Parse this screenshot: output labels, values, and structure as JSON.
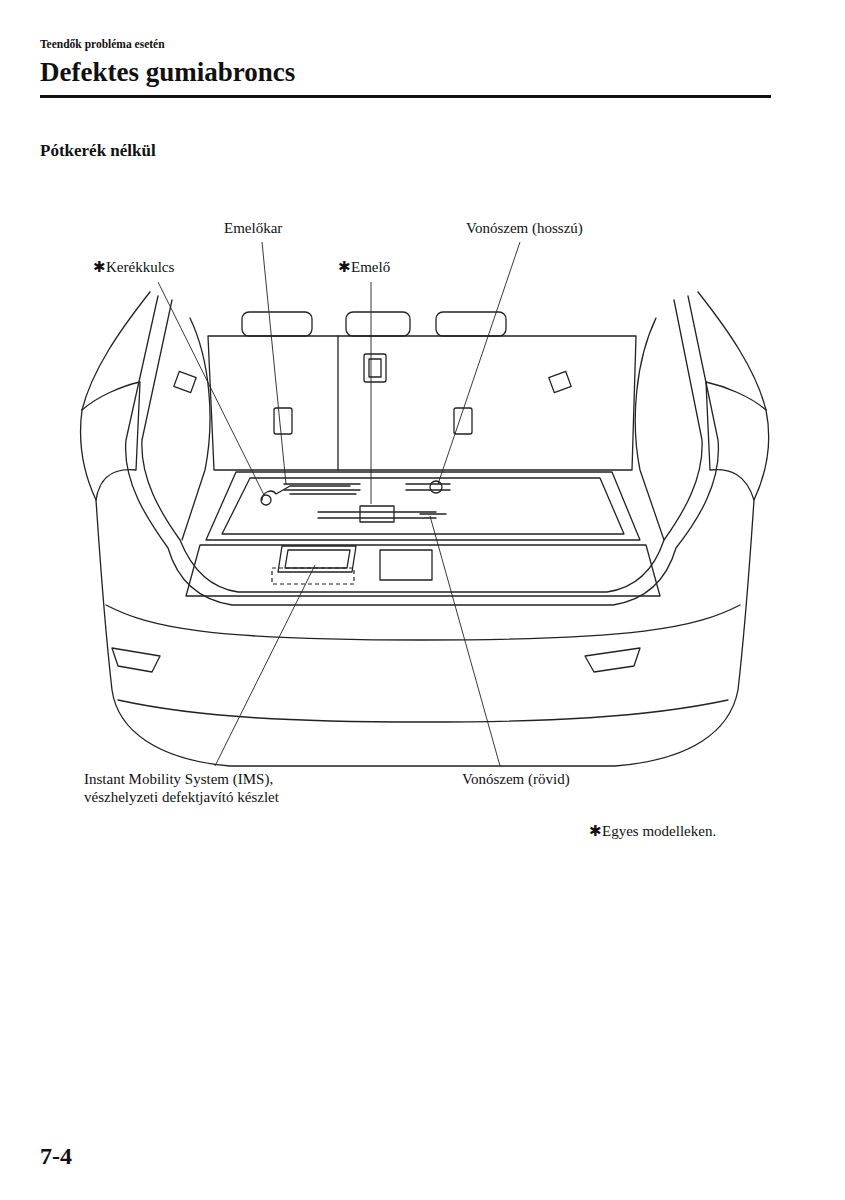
{
  "diagram": {
    "title": "Defektes gumiabroncs",
    "labels": [
      "Teendők probléma esetén",
      "Pótkerék nélkül",
      "Emelőkar",
      "Vonószem (hosszú)",
      "✱Kerékkulcs",
      "✱Emelő",
      "Instant Mobility System (IMS), vészhelyzeti defektjavító készlet",
      "Vonószem (rövid)",
      "✱Egyes modelleken.",
      "7-4"
    ]
  }
}
